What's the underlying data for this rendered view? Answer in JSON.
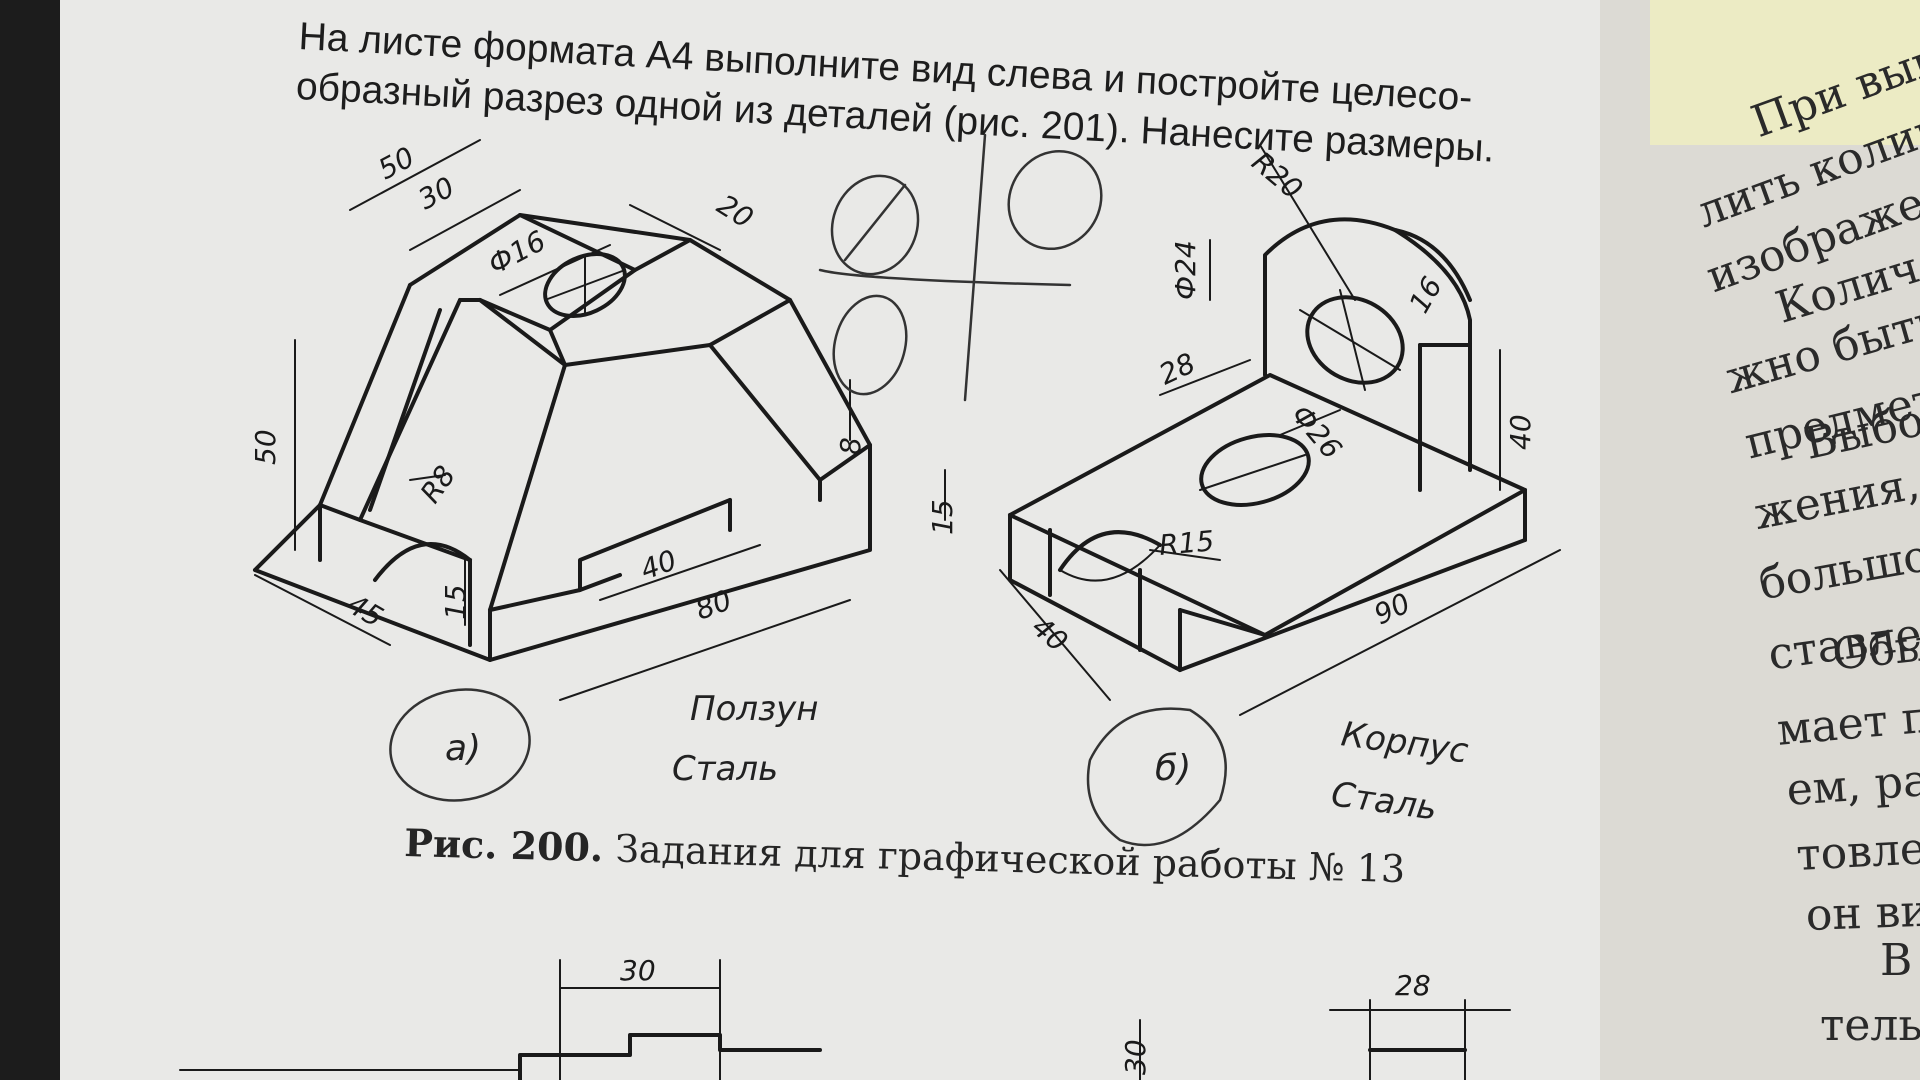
{
  "task_text": {
    "line1": "На листе формата А4 выполните вид слева и постройте целесо-",
    "line2": "образный разрез одной из деталей (рис. 201). Нанесите размеры."
  },
  "figure_caption": {
    "label": "Рис. 200.",
    "text": "Задания для графической работы № 13"
  },
  "part_a": {
    "marker": "а)",
    "name": "Ползун",
    "material": "Сталь",
    "dimensions": [
      "50",
      "30",
      "20",
      "Ф16",
      "50",
      "R8",
      "15",
      "45",
      "40",
      "80",
      "8"
    ]
  },
  "part_b": {
    "marker": "б)",
    "name": "Корпус",
    "material": "Сталь",
    "dimensions": [
      "R20",
      "Ф24",
      "16",
      "28",
      "Ф26",
      "40",
      "15",
      "R15",
      "40",
      "90"
    ]
  },
  "lower_figure": {
    "dimensions": [
      "30",
      "30",
      "28"
    ]
  },
  "side_page_text": [
    "При вып",
    "лить количе",
    "изображени",
    "Количе",
    "жно быть",
    "предмета.",
    "Выбор",
    "жения, к",
    "большое",
    "ставлен",
    "Обы",
    "мает пр",
    "ем, рас",
    "товлен",
    "он ви",
    "В",
    "телы"
  ]
}
